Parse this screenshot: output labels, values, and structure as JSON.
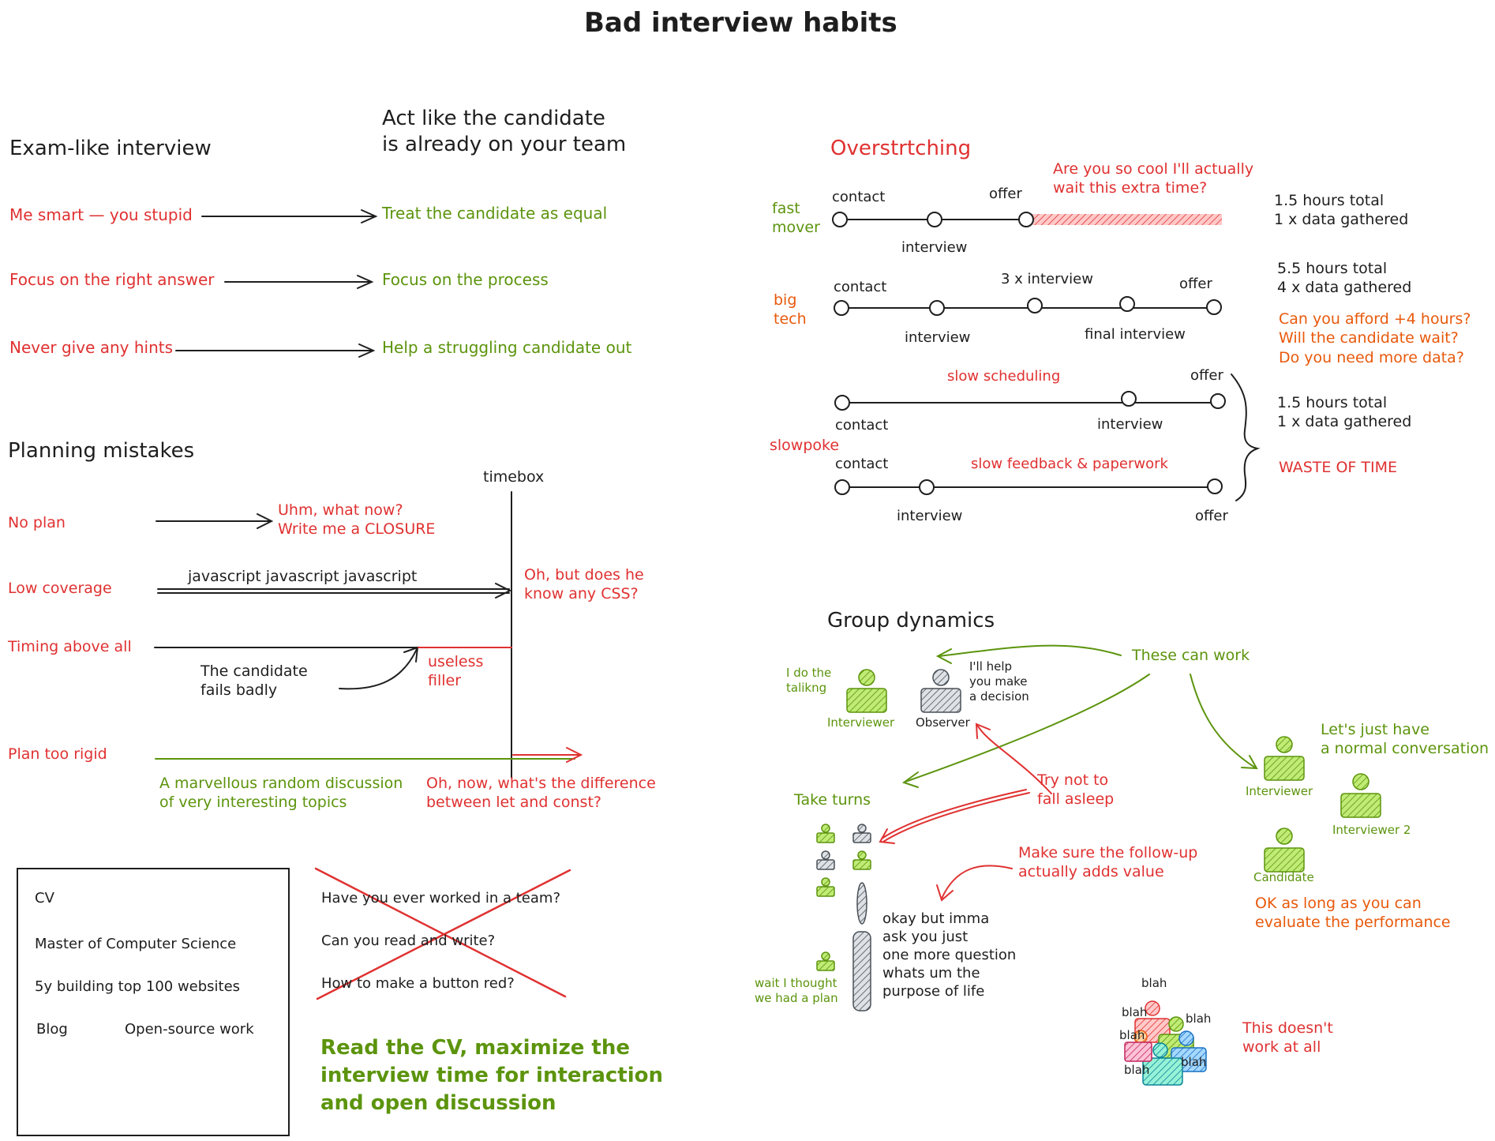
{
  "title": "Bad interview habits",
  "colors": {
    "red": "#e03131",
    "green": "#5c940d",
    "orange": "#e8590c",
    "ink": "#1e1e1e",
    "gray": "#868e96"
  },
  "exam": {
    "heading": "Exam-like interview",
    "heading_right": "Act like the candidate\nis already on your team",
    "rows": [
      {
        "bad": "Me smart — you stupid",
        "good": "Treat the candidate as equal"
      },
      {
        "bad": "Focus on the right answer",
        "good": "Focus on the process"
      },
      {
        "bad": "Never give any hints",
        "good": "Help a struggling candidate out"
      }
    ]
  },
  "planning": {
    "heading": "Planning mistakes",
    "timebox": "timebox",
    "no_plan": "No plan",
    "no_plan_reply": "Uhm, what now?\nWrite me a CLOSURE",
    "low_coverage": "Low coverage",
    "low_coverage_arrow": "javascript javascript javascript",
    "low_coverage_reply": "Oh, but does he\nknow any CSS?",
    "timing": "Timing above all",
    "timing_note": "The candidate\nfails badly",
    "timing_filler": "useless\nfiller",
    "rigid": "Plan too rigid",
    "rigid_discussion": "A marvellous random discussion\nof very interesting topics",
    "rigid_reply": "Oh, now, what's the difference\nbetween let and const?"
  },
  "cv": {
    "title": "CV",
    "lines": [
      "Master of Computer Science",
      "5y building top 100 websites"
    ],
    "blog": "Blog",
    "oss": "Open-source work",
    "questions": [
      "Have you ever worked in a team?",
      "Can you read and write?",
      "How to make a button red?"
    ],
    "advice": "Read the CV, maximize the\ninterview time for interaction\nand open discussion"
  },
  "overstretching": {
    "heading": "Overstrtching",
    "question": "Are you so cool I'll actually\nwait this extra time?",
    "fast_label": "fast\nmover",
    "fast_contact": "contact",
    "fast_offer": "offer",
    "fast_interview": "interview",
    "fast_stats": "1.5 hours total\n1 x data gathered",
    "big_label": "big\ntech",
    "big_contact": "contact",
    "big_3x": "3 x interview",
    "big_offer": "offer",
    "big_interview": "interview",
    "big_final": "final interview",
    "big_stats": "5.5 hours total\n4 x data gathered",
    "big_questions": "Can you afford +4 hours?\nWill the candidate wait?\nDo you need more data?",
    "slow_label": "slowpoke",
    "slow1_sched": "slow scheduling",
    "slow1_offer": "offer",
    "slow1_contact": "contact",
    "slow1_interview": "interview",
    "slow2_contact": "contact",
    "slow2_feedback": "slow feedback & paperwork",
    "slow2_interview": "interview",
    "slow2_offer": "offer",
    "slow_stats": "1.5 hours total\n1 x data gathered",
    "waste": "WASTE OF TIME"
  },
  "group": {
    "heading": "Group dynamics",
    "can_work": "These can work",
    "i_do_talking": "I do the\ntalikng",
    "ill_help": "I'll help\nyou make\na decision",
    "interviewer": "Interviewer",
    "observer": "Observer",
    "normal_conv": "Let's just have\na normal conversation",
    "interviewer_b": "Interviewer",
    "interviewer_2": "Interviewer 2",
    "candidate": "Candidate",
    "ok_as_long": "OK as long as you can\nevaluate the performance",
    "take_turns": "Take turns",
    "try_not": "Try not to\nfall asleep",
    "follow_up": "Make sure the follow-up\nactually adds value",
    "monologue": "okay but imma\nask you just\none more question\nwhats um the\npurpose of life",
    "wait_plan": "wait I thought\nwe had a plan",
    "blah": "blah",
    "doesnt_work": "This doesn't\nwork at all"
  }
}
